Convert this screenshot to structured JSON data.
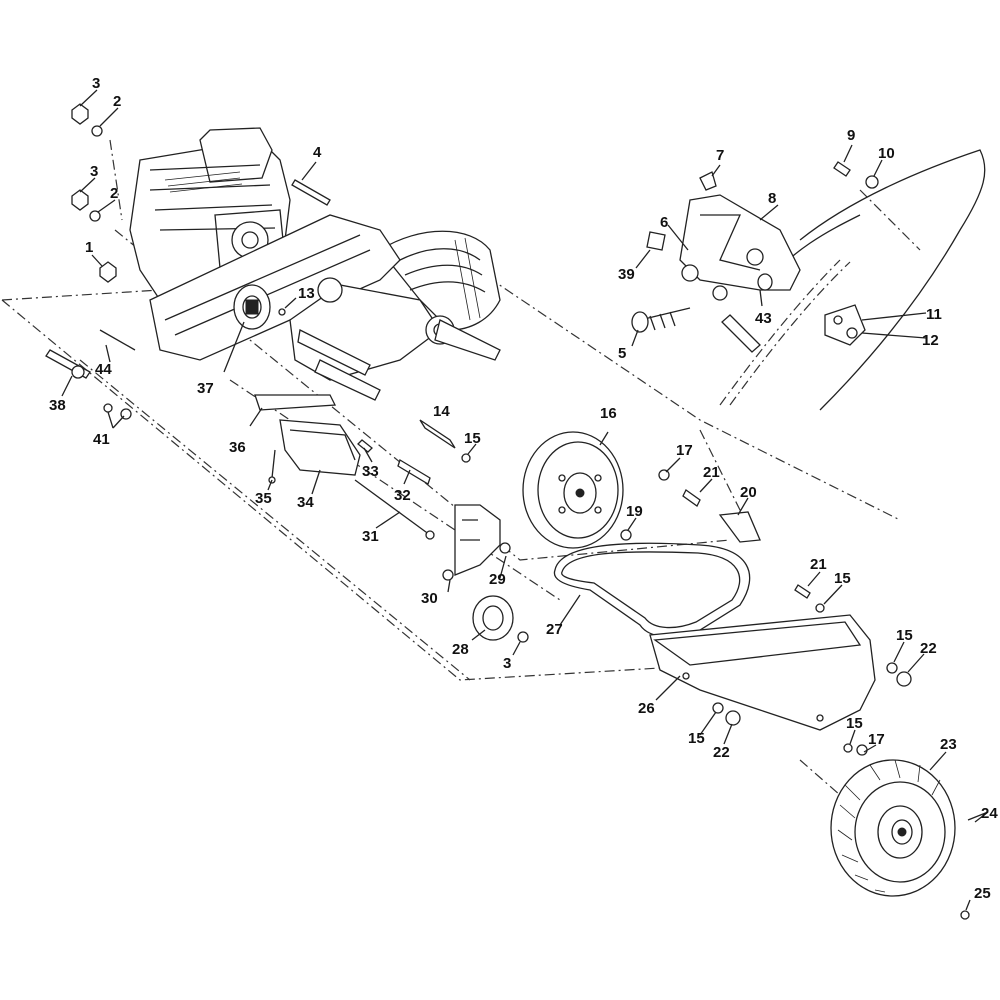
{
  "labels": {
    "l1": "1",
    "l2a": "2",
    "l2b": "2",
    "l3a": "3",
    "l3b": "3",
    "l3c": "3",
    "l4": "4",
    "l5": "5",
    "l6": "6",
    "l7": "7",
    "l8": "8",
    "l9": "9",
    "l10": "10",
    "l11": "11",
    "l12": "12",
    "l13": "13",
    "l14": "14",
    "l15a": "15",
    "l15b": "15",
    "l15c": "15",
    "l15d": "15",
    "l15e": "15",
    "l16": "16",
    "l17a": "17",
    "l17b": "17",
    "l19": "19",
    "l20": "20",
    "l21a": "21",
    "l21b": "21",
    "l22a": "22",
    "l22b": "22",
    "l23": "23",
    "l24": "24",
    "l25": "25",
    "l26": "26",
    "l27": "27",
    "l28": "28",
    "l29": "29",
    "l30": "30",
    "l31": "31",
    "l32": "32",
    "l33": "33",
    "l34": "34",
    "l35": "35",
    "l36": "36",
    "l37": "37",
    "l38": "38",
    "l39": "39",
    "l41": "41",
    "l43": "43",
    "l44": "44"
  }
}
